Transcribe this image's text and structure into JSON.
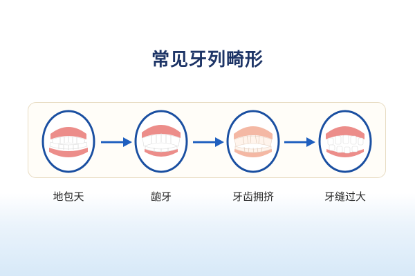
{
  "title": "常见牙列畸形",
  "items": [
    {
      "label": "地包天",
      "icon": "underbite-teeth-icon"
    },
    {
      "label": "龅牙",
      "icon": "buck-teeth-icon"
    },
    {
      "label": "牙齿拥挤",
      "icon": "crowded-teeth-icon"
    },
    {
      "label": "牙缝过大",
      "icon": "gapped-teeth-icon"
    }
  ],
  "colors": {
    "title": "#1d3466",
    "ring": "#1a4fa1",
    "arrow": "#1f5fbf",
    "gum": "#ec8d8a",
    "gum_light": "#f4b8a4",
    "tooth": "#ffffff"
  }
}
